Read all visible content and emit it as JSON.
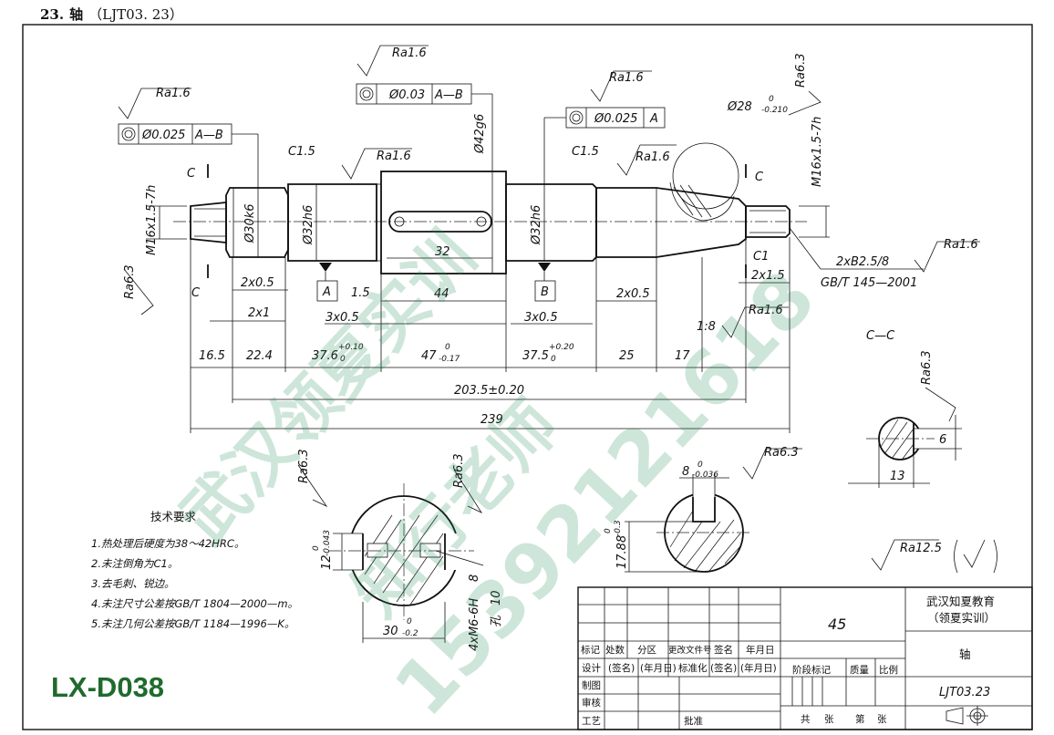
{
  "header": {
    "number": "23.",
    "title": "轴",
    "code": "（LJT03. 23）"
  },
  "drawing_code": "LX-D038",
  "watermark": {
    "line1": "武汉领夏实训",
    "line2": "知行老师",
    "line3": "15392121618"
  },
  "roughness": {
    "ra16": "Ra1.6",
    "ra63": "Ra6.3",
    "ra125": "Ra12.5"
  },
  "tolerance_frames": {
    "left": {
      "value": "Ø0.025",
      "datum": "A—B"
    },
    "middle": {
      "value": "Ø0.03",
      "datum": "A—B"
    },
    "right": {
      "value": "Ø0.025",
      "datum": "A"
    }
  },
  "datums": {
    "a": "A",
    "b": "B"
  },
  "section_marks": {
    "c": "C",
    "cc": "C—C"
  },
  "dims": {
    "m16_left": "M16x1.5-7h",
    "d30": "Ø30k6",
    "d32_left": "Ø32h6",
    "d42": "Ø42g6",
    "d32_right": "Ø32h6",
    "d28": "Ø28",
    "d28_tol_up": "0",
    "d28_tol_low": "-0.210",
    "m16_right": "M16x1.5-7h",
    "c15_left": "C1.5",
    "c15_right": "C1.5",
    "c1": "C1",
    "chamfer_2x05_l": "2x0.5",
    "chamfer_2x1": "2x1",
    "chamfer_1_5": "1.5",
    "chamfer_3x05_l": "3x0.5",
    "slot_len": "32",
    "slot_pos": "44",
    "chamfer_3x05_r": "3x0.5",
    "chamfer_2x05_r": "2x0.5",
    "chamfer_2x15": "2x1.5",
    "taper": "1:8",
    "center_hole": "2xB2.5/8",
    "center_std": "GB/T 145—2001",
    "l165": "16.5",
    "l224": "22.4",
    "l376": "37.6",
    "l376_up": "+0.10",
    "l376_low": "0",
    "l47": "47",
    "l47_up": "0",
    "l47_low": "-0.17",
    "l375": "37.5",
    "l375_up": "+0.20",
    "l375_low": "0",
    "l25": "25",
    "l17": "17",
    "l2035": "203.5±0.20",
    "l239": "239",
    "key_w": "8",
    "key_w_up": "0",
    "key_w_low": "-0.036",
    "key_depth": "17.88",
    "key_depth_up": "0",
    "key_depth_low": "-0.3",
    "sec_12": "12",
    "sec_12_up": "0",
    "sec_12_low": "-0.043",
    "sec_30": "30",
    "sec_30_up": "0",
    "sec_30_low": "-0.2",
    "thread": "4xM6-6H",
    "thread_depth": "8",
    "hole_depth": "孔",
    "hole_depth_val": "10",
    "cc_6": "6",
    "cc_13": "13"
  },
  "tech_req": {
    "title": "技术要求",
    "items": [
      "1.热处理后硬度为38～42HRC。",
      "2.未注倒角为C1。",
      "3.去毛刺、锐边。",
      "4.未注尺寸公差按GB/T 1804—2000—m。",
      "5.未注几何公差按GB/T 1184—1996—K。"
    ]
  },
  "title_block": {
    "material": "45",
    "company_line1": "武汉知夏教育",
    "company_line2": "（领夏实训）",
    "part_name": "轴",
    "drawing_no": "LJT03.23",
    "h_biaoji": "标记",
    "h_chushu": "处数",
    "h_fenqu": "分区",
    "h_genggai": "更改文件号",
    "h_qianming": "签名",
    "h_nianyueri": "年月日",
    "r_sheji": "设计",
    "r_qianming1": "(签名)",
    "r_nianyueri1": "(年月日)",
    "r_biaozhunhua": "标准化",
    "r_qianming2": "(签名)",
    "r_nianyueri2": "(年月日)",
    "r_zhitu": "制图",
    "r_shenhe": "审核",
    "r_gongyi": "工艺",
    "r_pizhun": "批准",
    "stage": "阶段标记",
    "mass": "质量",
    "scale": "比例",
    "total": "共",
    "zhang1": "张",
    "page": "第",
    "zhang2": "张"
  }
}
